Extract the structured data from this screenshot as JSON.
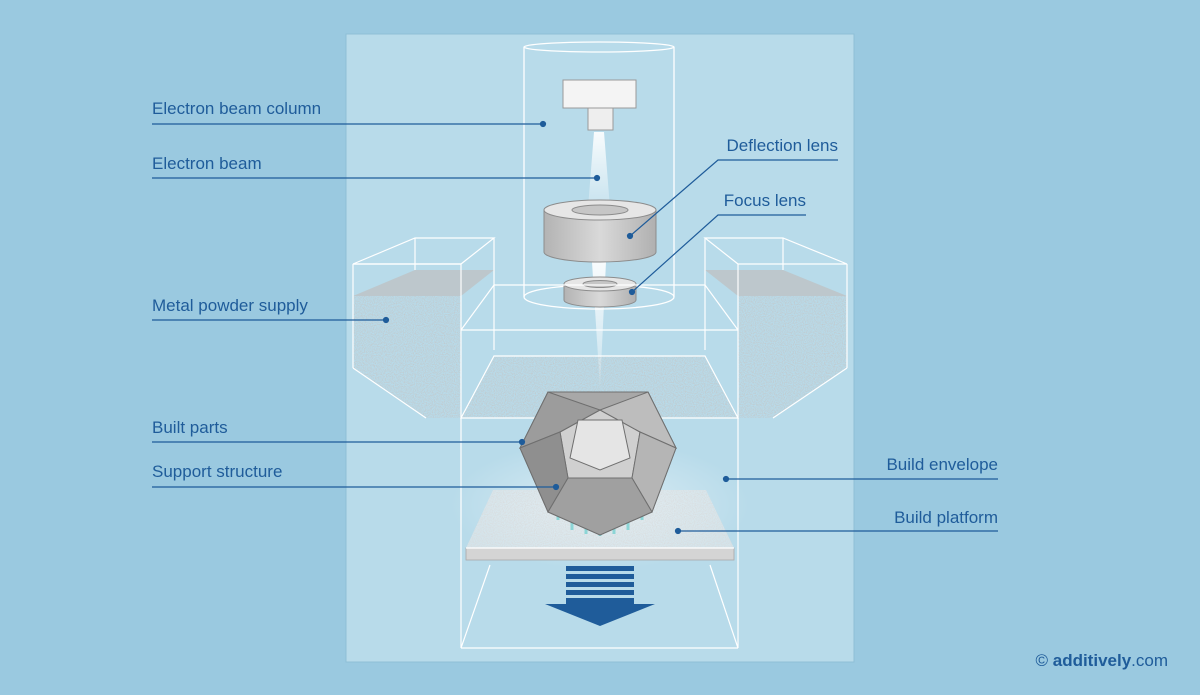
{
  "labels": {
    "electron_beam_column": "Electron beam column",
    "electron_beam": "Electron beam",
    "deflection_lens": "Deflection lens",
    "focus_lens": "Focus lens",
    "metal_powder_supply": "Metal powder supply",
    "built_parts": "Built parts",
    "support_structure": "Support structure",
    "build_envelope": "Build envelope",
    "build_platform": "Build platform"
  },
  "copyright": {
    "symbol": "©",
    "brand": "additively",
    "suffix": ".com"
  },
  "colors": {
    "background": "#9ac9e0",
    "panel": "#b9dceb",
    "label_text": "#1f5c9a",
    "leader_line": "#1f5c9a",
    "arrow": "#1f5c9a",
    "lens_gray": "#c8c8c8"
  }
}
